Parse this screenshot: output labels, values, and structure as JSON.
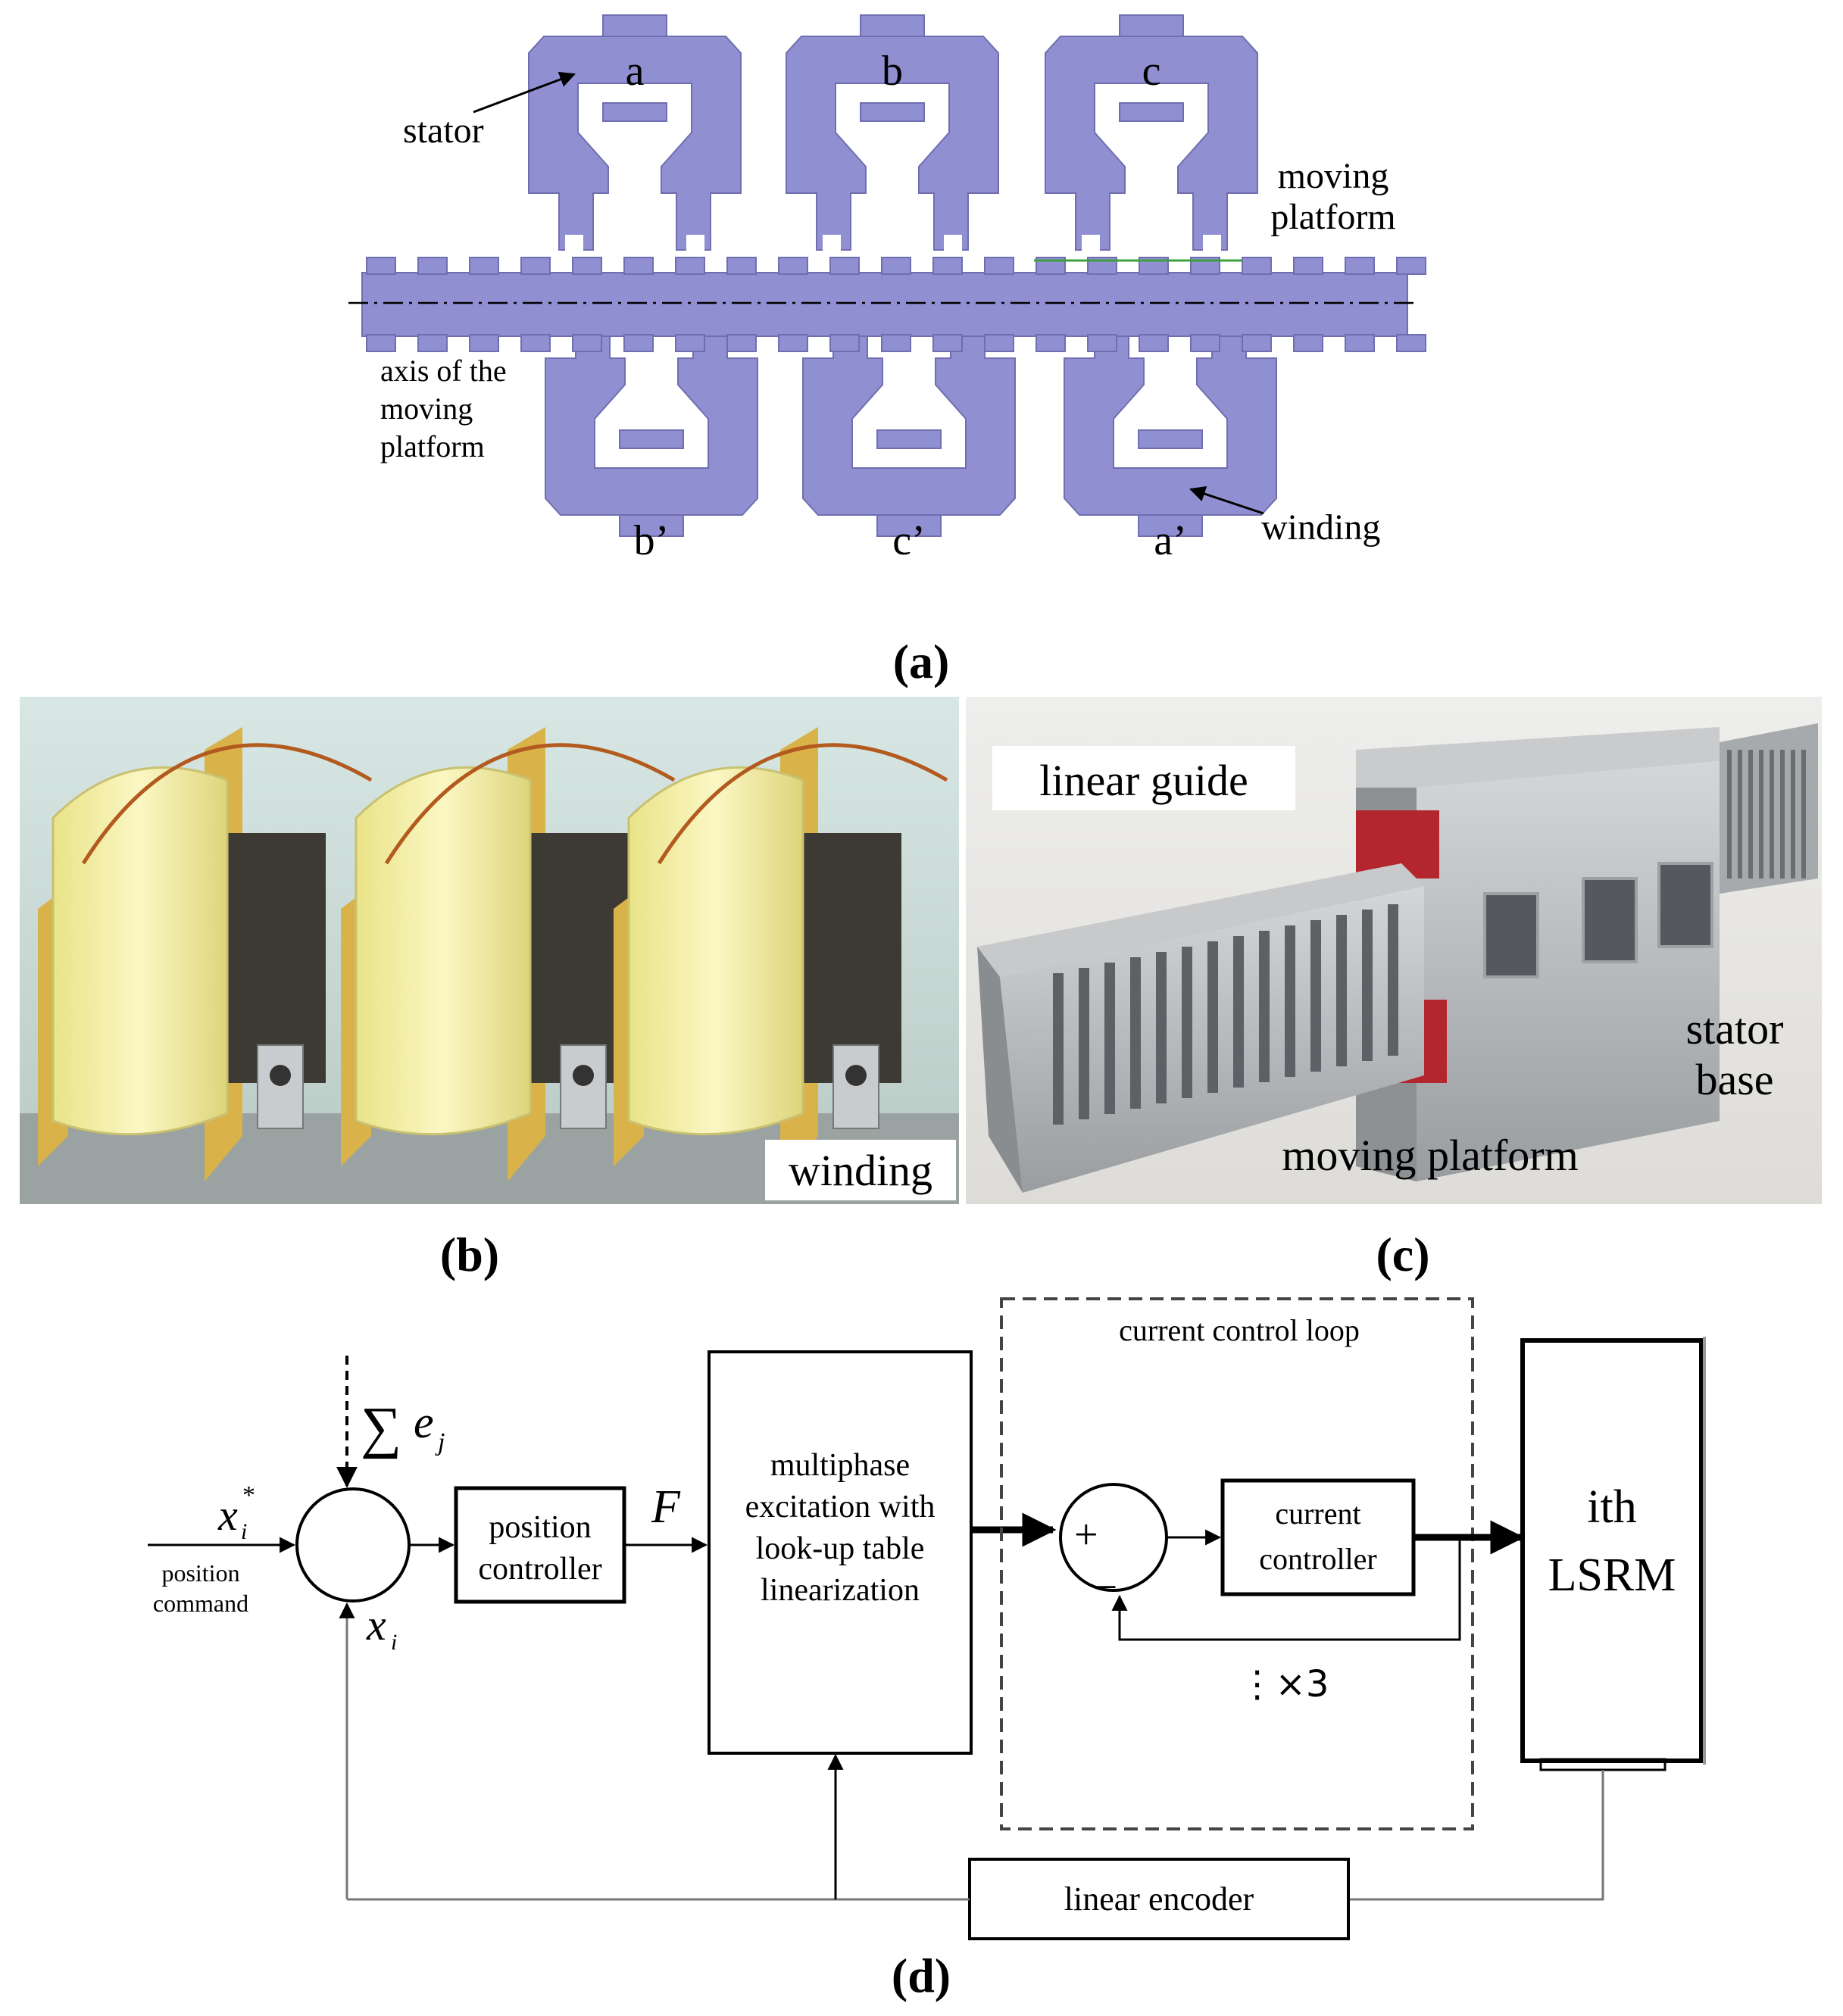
{
  "panel_a": {
    "caption": "(a)",
    "phase_labels": {
      "a": "a",
      "b": "b",
      "c": "c",
      "b_prime": "b’",
      "c_prime": "c’",
      "a_prime": "a’"
    },
    "label_stator": "stator",
    "label_moving_platform_1": "moving",
    "label_moving_platform_2": "platform",
    "label_axis_1": "axis of the",
    "label_axis_2": "moving",
    "label_axis_3": "platform",
    "label_winding": "winding",
    "colors": {
      "steel": "#8f8fd2",
      "steel_edge": "#6e6eb0",
      "axis": "#000000",
      "gap_line": "#3ca03c"
    }
  },
  "panel_b": {
    "caption": "(b)",
    "label_winding": "winding",
    "colors": {
      "background": "#cfe0dc",
      "coil": "#f1ec9a",
      "core": "#3c3a33",
      "flange": "#d9b24a",
      "wire": "#b35a1e"
    }
  },
  "panel_c": {
    "caption": "(c)",
    "label_linear_guide": "linear guide",
    "label_stator_1": "stator",
    "label_stator_2": "base",
    "label_moving_platform": "moving platform",
    "colors": {
      "background": "#e8e8e6",
      "metal": "#b9bcbe",
      "metal_dark": "#7d8084",
      "red_block": "#b3262d"
    }
  },
  "panel_d": {
    "caption": "(d)",
    "sum_symbol": "∑",
    "sum_var": "e",
    "sum_sub": "j",
    "input_var": "x",
    "input_sup": "*",
    "input_sub": "i",
    "input_label_1": "position",
    "input_label_2": "command",
    "feedback_var": "x",
    "feedback_sub": "i",
    "position_controller_1": "position",
    "position_controller_2": "controller",
    "force_label": "F",
    "excitation_1": "multiphase",
    "excitation_2": "excitation with",
    "excitation_3": "look-up table",
    "excitation_4": "linearization",
    "current_loop_title": "current control loop",
    "plus_sign": "+",
    "minus_sign": "_",
    "current_controller_1": "current",
    "current_controller_2": "controller",
    "times_three": "⋮×3",
    "lsrm_1": "ith",
    "lsrm_2": "LSRM",
    "encoder_label": "linear encoder"
  }
}
